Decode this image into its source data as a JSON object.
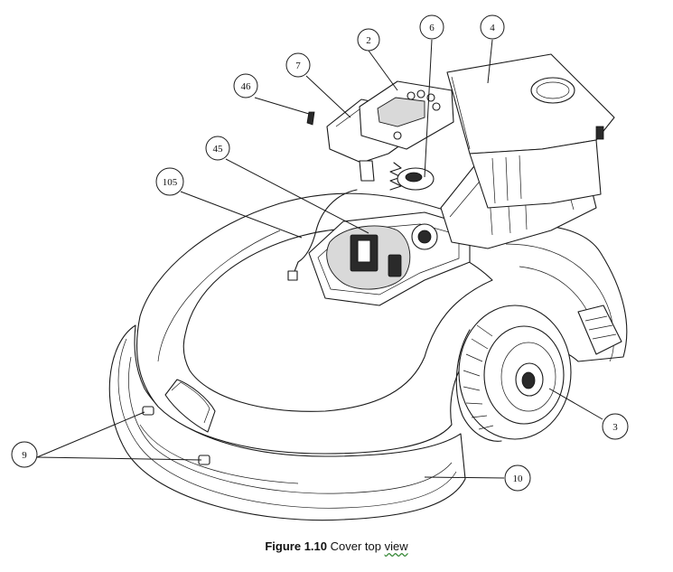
{
  "figure": {
    "callouts": [
      {
        "id": "c2",
        "label": "2"
      },
      {
        "id": "c6",
        "label": "6"
      },
      {
        "id": "c4",
        "label": "4"
      },
      {
        "id": "c7",
        "label": "7"
      },
      {
        "id": "c46",
        "label": "46"
      },
      {
        "id": "c45",
        "label": "45"
      },
      {
        "id": "c105",
        "label": "105"
      },
      {
        "id": "c3",
        "label": "3"
      },
      {
        "id": "c9",
        "label": "9"
      },
      {
        "id": "c10",
        "label": "10"
      }
    ],
    "caption": {
      "number": "Figure 1.10",
      "text_a": "Cover top",
      "text_b": "view"
    }
  }
}
